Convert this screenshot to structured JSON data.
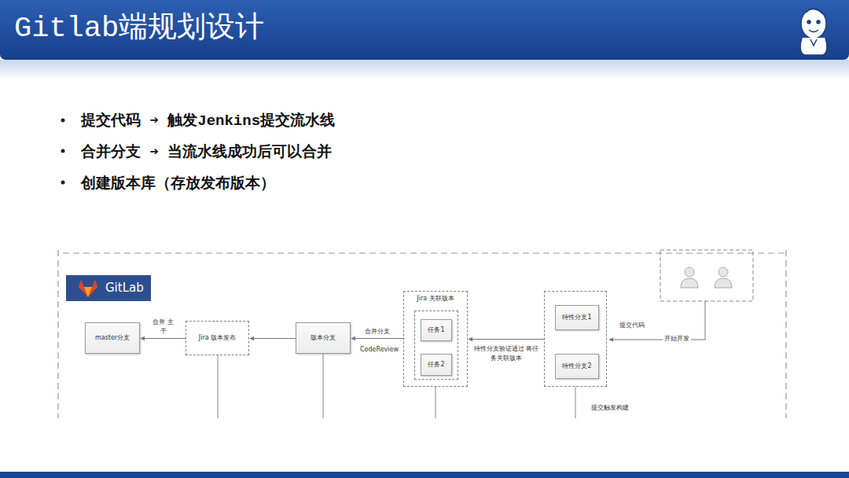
{
  "diagram": {
    "title": "Gitlab端规划设计",
    "nodes": [
      {
        "text": [
          "master分支"
        ]
      },
      {
        "text": [
          "Jira 版本发布"
        ]
      },
      {
        "text": [
          "版本分支"
        ]
      },
      {
        "text": [
          "Jira 关联版本"
        ]
      },
      {
        "text": [
          "任务1"
        ],
        "in": 3
      },
      {
        "text": [
          "任务2"
        ],
        "in": 3
      },
      {
        "text": []
      },
      {
        "text": [
          "特性分支1"
        ],
        "in": 6
      },
      {
        "text": [
          "特性分支2"
        ],
        "in": 6
      }
    ],
    "edges": [
      {
        "from": 6,
        "to": 3,
        "arrow": "to",
        "label": "特性分支验证通过 将任务关联版本"
      },
      {
        "from": 3,
        "to": 2,
        "arrow": "to",
        "label": "合并分支"
      },
      {
        "from": 2,
        "to": 1,
        "arrow": "to"
      },
      {
        "from": 1,
        "to": 0,
        "arrow": "to",
        "label": "合并 主干"
      }
    ],
    "labels": [
      "提交代码 ➔ 触发Jenkins提交流水线",
      "合并分支 ➔ 当流水线成功后可以合并",
      "创建版本库（存放发布版本）",
      "GitLab",
      "CodeReview",
      "提交代码",
      "开始开发",
      "提交触发构建"
    ]
  }
}
